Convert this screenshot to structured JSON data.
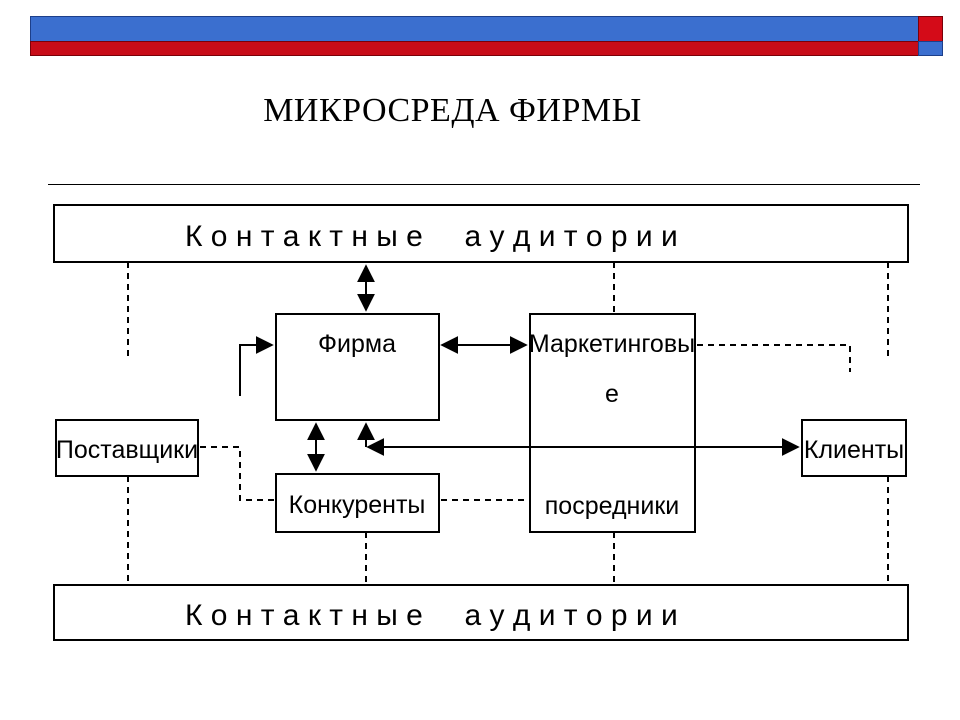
{
  "slide": {
    "title": "МИКРОСРЕДА ФИРМЫ"
  },
  "diagram": {
    "top_band": "К о н т а к т н ы е     а у д и т о р и и",
    "bottom_band": "К о н т а к т н ы е     а у д и т о р и и",
    "firm": "Фирма",
    "intermediaries_line1": "Маркетинговы",
    "intermediaries_line2": "е",
    "intermediaries_line3": "посредники",
    "suppliers": "Поставщики",
    "competitors": "Конкуренты",
    "clients": "Клиенты"
  },
  "colors": {
    "bar_blue": "#3b6fcf",
    "bar_red": "#c80c18"
  }
}
